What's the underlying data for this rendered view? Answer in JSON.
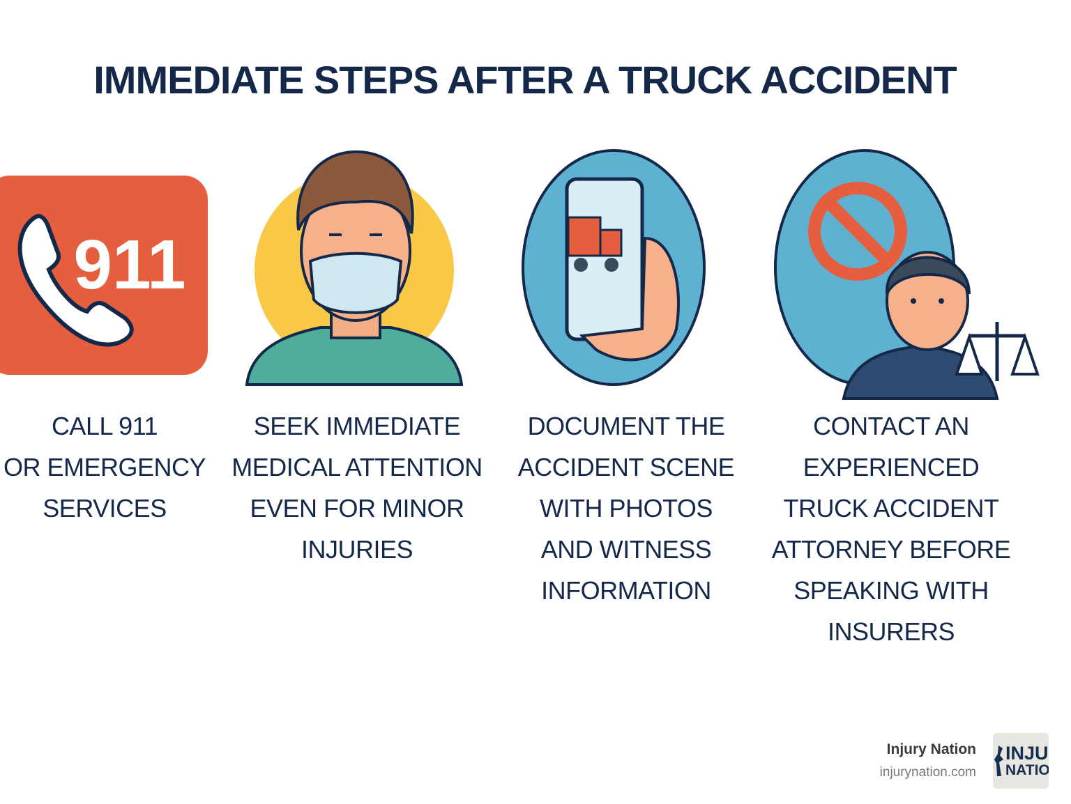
{
  "title": "IMMEDIATE STEPS AFTER A TRUCK ACCIDENT",
  "steps": [
    {
      "icon": "phone-911-icon",
      "lines": [
        "CALL 911",
        "OR EMERGENCY",
        "SERVICES"
      ],
      "badge": "911"
    },
    {
      "icon": "masked-person-icon",
      "lines": [
        "SEEK IMMEDIATE",
        "MEDICAL ATTENTION",
        "EVEN FOR MINOR",
        "INJURIES"
      ]
    },
    {
      "icon": "phone-camera-truck-icon",
      "lines": [
        "DOCUMENT THE",
        "ACCIDENT SCENE",
        "WITH PHOTOS",
        "AND WITNESS",
        "INFORMATION"
      ]
    },
    {
      "icon": "attorney-scales-icon",
      "lines": [
        "CONTACT AN",
        "EXPERIENCED",
        "TRUCK ACCIDENT",
        "ATTORNEY BEFORE",
        "SPEAKING WITH",
        "INSURERS"
      ]
    }
  ],
  "brand": {
    "name": "Injury Nation",
    "url": "injurynation.com",
    "logo_text": [
      "INJU",
      "NATIO"
    ]
  },
  "colors": {
    "title": "#14284a",
    "red": "#e55f3e",
    "yellow": "#f9c846",
    "teal": "#4fae9b",
    "blue": "#5fb1d1"
  }
}
